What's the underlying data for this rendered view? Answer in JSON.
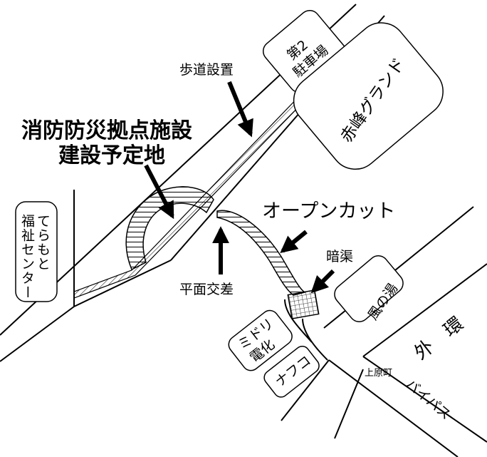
{
  "colors": {
    "ink": "#000000",
    "paper": "#ffffff"
  },
  "labels": {
    "disaster_center_line1": "消防防災拠点施設",
    "disaster_center_line2": "建設予定地",
    "sidewalk": "歩道設置",
    "parking": [
      "第2",
      "駐車場"
    ],
    "ground": "赤峰グランド",
    "welfare": [
      "てらもと",
      "福祉センター"
    ],
    "open_cut": "オープンカット",
    "culvert": "暗渠",
    "crossing": "平面交差",
    "kaze_no_yu": "風の湯",
    "midori": [
      "ミドリ",
      "電化"
    ],
    "nafuko": "ナフコ",
    "ring_road": "外　環",
    "bypass": "バイパス",
    "uehara": "上原町"
  }
}
